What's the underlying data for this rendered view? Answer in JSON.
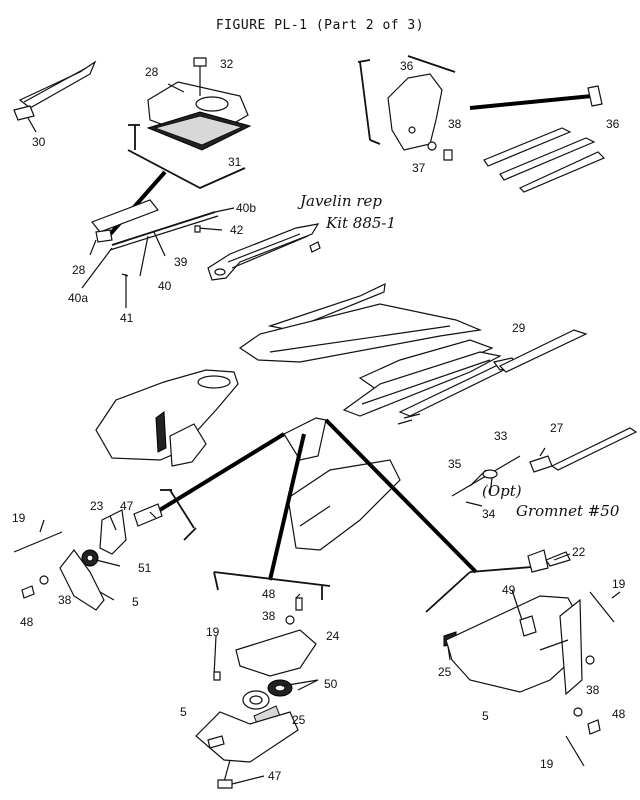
{
  "title": "FIGURE PL-1 (Part 2 of 3)",
  "handwritten_notes": {
    "line1": "Javelin rep",
    "line2": "Kit 885-1",
    "opt": "(Opt)",
    "grommet": "Gromnet #50"
  },
  "callouts": [
    {
      "id": "c30",
      "label": "30"
    },
    {
      "id": "c28a",
      "label": "28"
    },
    {
      "id": "c32",
      "label": "32"
    },
    {
      "id": "c31",
      "label": "31"
    },
    {
      "id": "c36a",
      "label": "36"
    },
    {
      "id": "c36b",
      "label": "36"
    },
    {
      "id": "c38a",
      "label": "38"
    },
    {
      "id": "c37",
      "label": "37"
    },
    {
      "id": "c40b",
      "label": "40b"
    },
    {
      "id": "c42",
      "label": "42"
    },
    {
      "id": "c28b",
      "label": "28"
    },
    {
      "id": "c39",
      "label": "39"
    },
    {
      "id": "c40a",
      "label": "40a"
    },
    {
      "id": "c40",
      "label": "40"
    },
    {
      "id": "c41",
      "label": "41"
    },
    {
      "id": "c29",
      "label": "29"
    },
    {
      "id": "c33",
      "label": "33"
    },
    {
      "id": "c27",
      "label": "27"
    },
    {
      "id": "c35",
      "label": "35"
    },
    {
      "id": "c34",
      "label": "34"
    },
    {
      "id": "c19a",
      "label": "19"
    },
    {
      "id": "c23",
      "label": "23"
    },
    {
      "id": "c47a",
      "label": "47"
    },
    {
      "id": "c51",
      "label": "51"
    },
    {
      "id": "c38b",
      "label": "38"
    },
    {
      "id": "c48a",
      "label": "48"
    },
    {
      "id": "c5a",
      "label": "5"
    },
    {
      "id": "c48b",
      "label": "48"
    },
    {
      "id": "c38c",
      "label": "38"
    },
    {
      "id": "c19b",
      "label": "19"
    },
    {
      "id": "c24",
      "label": "24"
    },
    {
      "id": "c50",
      "label": "50"
    },
    {
      "id": "c25a",
      "label": "25"
    },
    {
      "id": "c5b",
      "label": "5"
    },
    {
      "id": "c47b",
      "label": "47"
    },
    {
      "id": "c22",
      "label": "22"
    },
    {
      "id": "c19c",
      "label": "19"
    },
    {
      "id": "c49",
      "label": "49"
    },
    {
      "id": "c25b",
      "label": "25"
    },
    {
      "id": "c38d",
      "label": "38"
    },
    {
      "id": "c48c",
      "label": "48"
    },
    {
      "id": "c5c",
      "label": "5"
    },
    {
      "id": "c19d",
      "label": "19"
    }
  ]
}
